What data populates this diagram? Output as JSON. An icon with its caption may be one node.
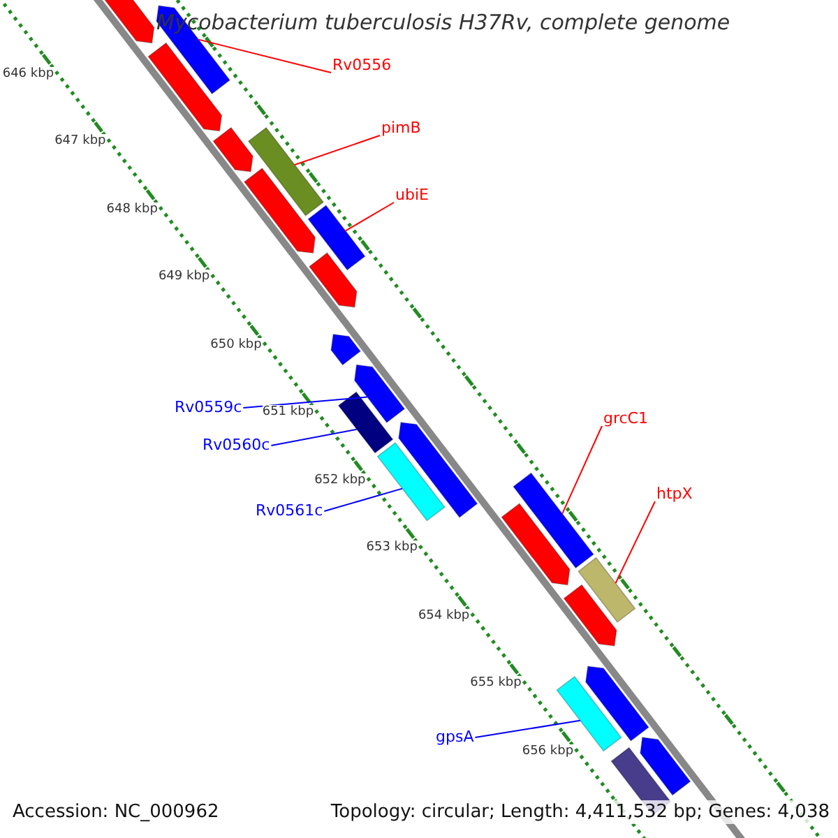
{
  "diagram": {
    "title": "Mycobacterium tuberculosis H37Rv, complete genome",
    "nodes": [
      {
        "text": [],
        "shape": "arrow"
      },
      {
        "text": [],
        "shape": "arrow"
      },
      {
        "text": [],
        "shape": "arrow"
      },
      {
        "text": [
          "Rv0556"
        ]
      },
      {
        "text": [],
        "shape": "arrow"
      },
      {
        "text": [
          "pimB"
        ]
      },
      {
        "text": [],
        "shape": "bar"
      },
      {
        "text": [],
        "shape": "arrow"
      },
      {
        "text": [
          "ubiE"
        ]
      },
      {
        "text": [],
        "shape": "bar"
      },
      {
        "text": [],
        "shape": "arrow"
      },
      {
        "text": [],
        "shape": "arrow"
      },
      {
        "text": [],
        "shape": "arrow"
      },
      {
        "text": [
          "Rv0559c"
        ]
      },
      {
        "text": [],
        "shape": "bar"
      },
      {
        "text": [
          "Rv0560c"
        ]
      },
      {
        "text": [],
        "shape": "arrow"
      },
      {
        "text": [],
        "shape": "bar"
      },
      {
        "text": [
          "Rv0561c"
        ]
      },
      {
        "text": [],
        "shape": "bar"
      },
      {
        "text": [
          "grcC1"
        ]
      },
      {
        "text": [],
        "shape": "arrow"
      },
      {
        "text": [
          "htpX"
        ]
      },
      {
        "text": [],
        "shape": "bar"
      },
      {
        "text": [],
        "shape": "arrow"
      },
      {
        "text": [],
        "shape": "arrow"
      },
      {
        "text": [],
        "shape": "bar"
      },
      {
        "text": [
          "gpsA"
        ]
      },
      {
        "text": [],
        "shape": "arrow"
      },
      {
        "text": [],
        "shape": "bar"
      }
    ],
    "edges": [
      {
        "from": 3,
        "to": 1,
        "arrow": "none"
      },
      {
        "from": 5,
        "to": 6,
        "arrow": "none"
      },
      {
        "from": 8,
        "to": 9,
        "arrow": "none"
      },
      {
        "from": 13,
        "to": 12,
        "arrow": "none",
        "color": "#0000ff"
      },
      {
        "from": 15,
        "to": 14,
        "arrow": "none",
        "color": "#0000ff"
      },
      {
        "from": 18,
        "to": 17,
        "arrow": "none",
        "color": "#0000ff"
      },
      {
        "from": 20,
        "to": 19,
        "arrow": "none"
      },
      {
        "from": 22,
        "to": 23,
        "arrow": "none"
      },
      {
        "from": 27,
        "to": 26,
        "arrow": "none",
        "color": "#0000ff"
      }
    ],
    "labels": [
      "646 kbp",
      "647 kbp",
      "648 kbp",
      "649 kbp",
      "650 kbp",
      "651 kbp",
      "652 kbp",
      "653 kbp",
      "654 kbp",
      "655 kbp",
      "656 kbp",
      "Accession: NC_000962",
      "Topology: circular; Length: 4,411,532 bp; Genes: 4,038"
    ]
  }
}
